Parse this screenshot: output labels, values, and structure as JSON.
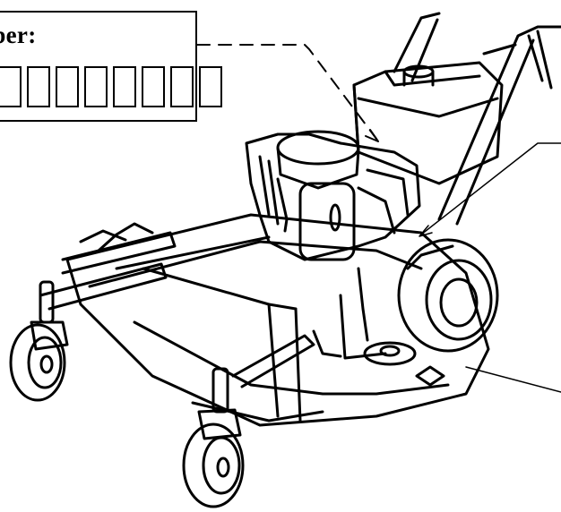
{
  "serial_plate": {
    "label": "nber:",
    "digit_box_count": 8
  },
  "illustration": {
    "subject": "walk-behind-mower",
    "line_color": "#000000",
    "background_color": "#ffffff"
  }
}
